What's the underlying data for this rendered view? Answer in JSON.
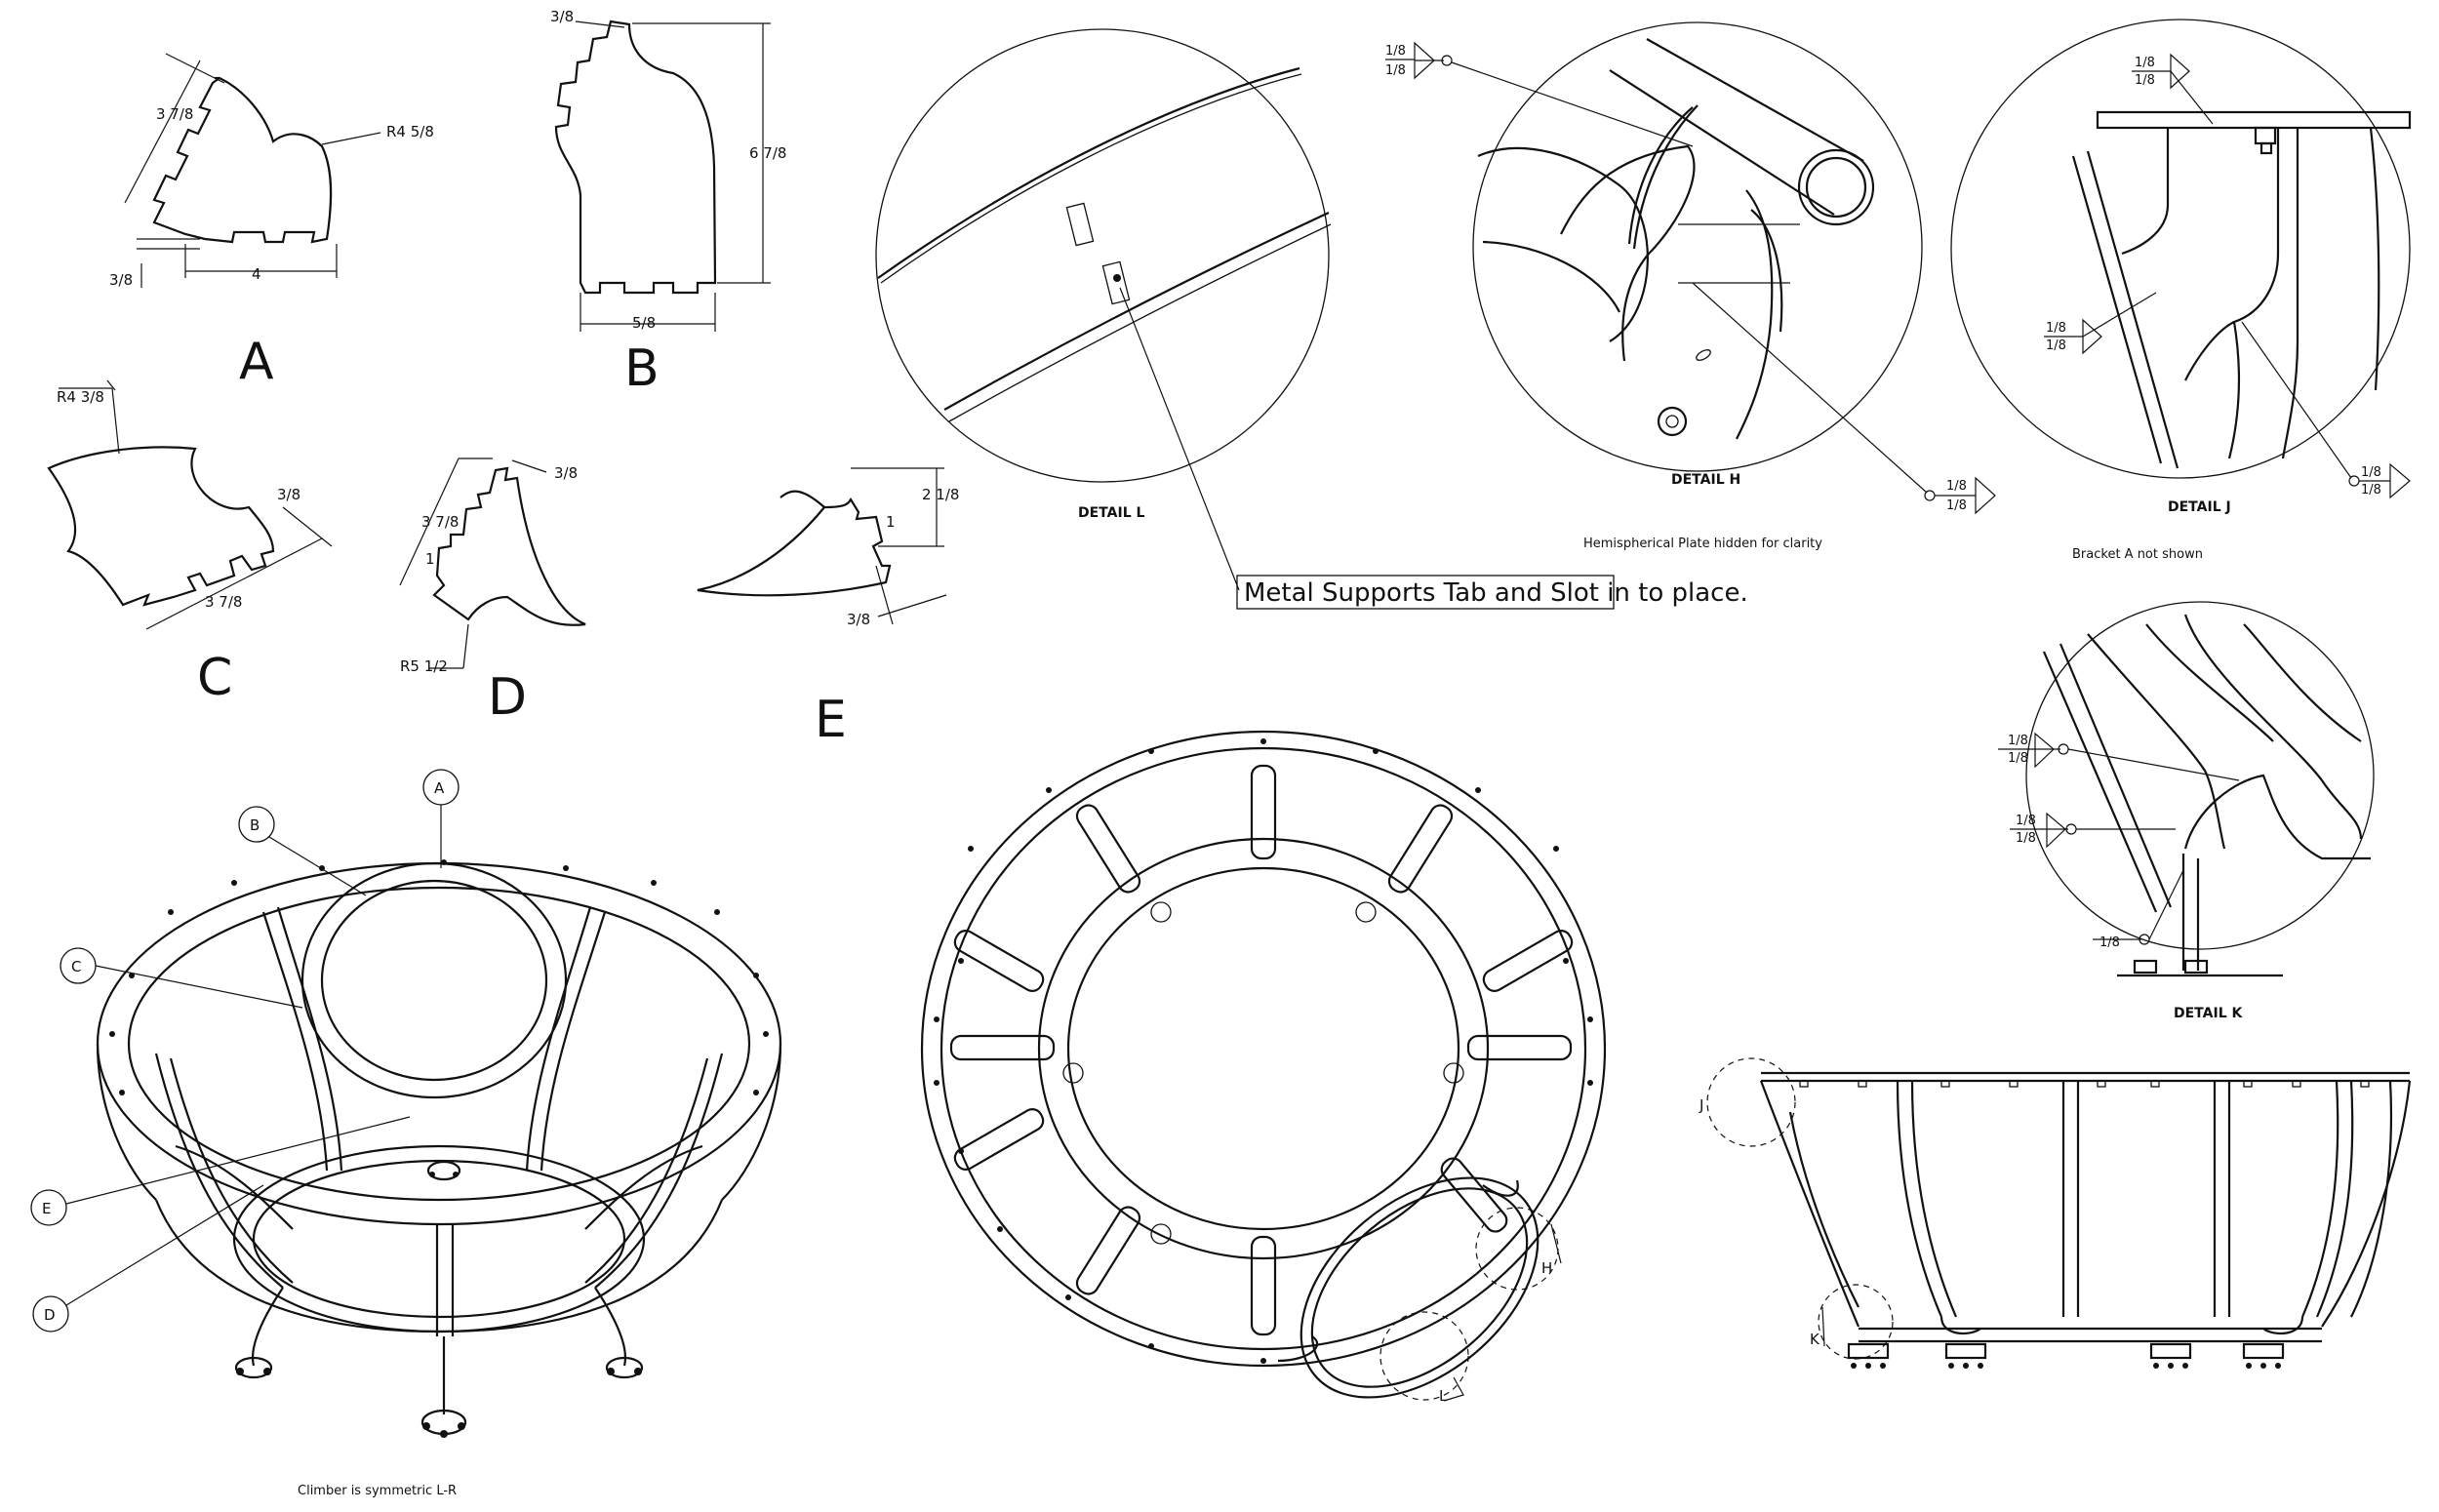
{
  "parts": {
    "A": {
      "label": "A",
      "dims": {
        "slot_depth": "3/8",
        "side": "3 7/8",
        "radius": "R4 5/8",
        "base": "4"
      }
    },
    "B": {
      "label": "B",
      "dims": {
        "slot_depth": "3/8",
        "height": "6 7/8",
        "base": "5/8"
      }
    },
    "C": {
      "label": "C",
      "dims": {
        "radius": "R4 3/8",
        "slot_depth": "3/8",
        "side": "3 7/8"
      }
    },
    "D": {
      "label": "D",
      "dims": {
        "slot_depth": "3/8",
        "side": "3 7/8",
        "step": "1",
        "radius": "R5 1/2"
      }
    },
    "E": {
      "label": "E",
      "dims": {
        "height": "2 1/8",
        "step": "1",
        "slot_depth": "3/8"
      }
    }
  },
  "details": {
    "L": {
      "title": "DETAIL L"
    },
    "H": {
      "title": "DETAIL H",
      "note": "Hemispherical Plate hidden for clarity",
      "welds": [
        "1/8",
        "1/8"
      ]
    },
    "J": {
      "title": "DETAIL J",
      "note": "Bracket A not shown",
      "welds": [
        "1/8",
        "1/8",
        "1/8"
      ]
    },
    "K": {
      "title": "DETAIL K",
      "welds": [
        "1/8",
        "1/8",
        "1/8"
      ]
    }
  },
  "callout": "Metal Supports Tab and Slot in to place.",
  "balloons": [
    "A",
    "B",
    "C",
    "E",
    "D"
  ],
  "view_markers": [
    "H",
    "L",
    "J",
    "K"
  ],
  "footnote": "Climber is symmetric L-R",
  "colors": {
    "line": "#111111",
    "background": "#ffffff"
  }
}
